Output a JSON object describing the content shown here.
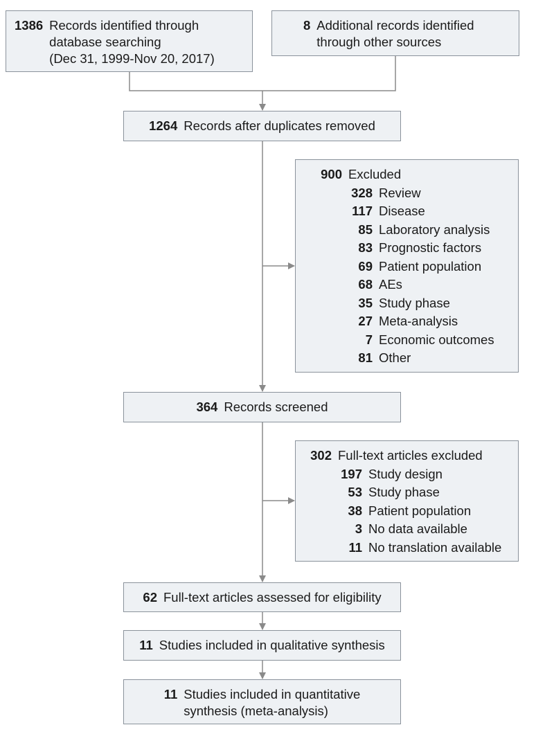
{
  "identification": {
    "database": {
      "n": "1386",
      "text": "Records identified through\ndatabase searching\n(Dec 31, 1999-Nov 20, 2017)"
    },
    "other": {
      "n": "8",
      "text": "Additional records identified\nthrough other sources"
    }
  },
  "duplicates_removed": {
    "n": "1264",
    "text": "Records after duplicates removed"
  },
  "excluded_1": {
    "n": "900",
    "text": "Excluded",
    "items": [
      {
        "n": "328",
        "text": "Review"
      },
      {
        "n": "117",
        "text": "Disease"
      },
      {
        "n": "85",
        "text": "Laboratory analysis"
      },
      {
        "n": "83",
        "text": "Prognostic factors"
      },
      {
        "n": "69",
        "text": "Patient population"
      },
      {
        "n": "68",
        "text": "AEs"
      },
      {
        "n": "35",
        "text": "Study phase"
      },
      {
        "n": "27",
        "text": "Meta-analysis"
      },
      {
        "n": "7",
        "text": "Economic outcomes"
      },
      {
        "n": "81",
        "text": "Other"
      }
    ]
  },
  "screened": {
    "n": "364",
    "text": "Records screened"
  },
  "excluded_2": {
    "n": "302",
    "text": "Full-text articles excluded",
    "items": [
      {
        "n": "197",
        "text": "Study design"
      },
      {
        "n": "53",
        "text": "Study phase"
      },
      {
        "n": "38",
        "text": "Patient population"
      },
      {
        "n": "3",
        "text": "No data available"
      },
      {
        "n": "11",
        "text": "No translation available"
      }
    ]
  },
  "eligibility": {
    "n": "62",
    "text": "Full-text articles assessed for eligibility"
  },
  "qualitative": {
    "n": "11",
    "text": "Studies included in qualitative synthesis"
  },
  "quantitative": {
    "n": "11",
    "text": "Studies included in quantitative\nsynthesis (meta-analysis)"
  },
  "colors": {
    "box_fill": "#eef1f4",
    "box_border": "#8a929b",
    "line": "#8a8a8a"
  }
}
